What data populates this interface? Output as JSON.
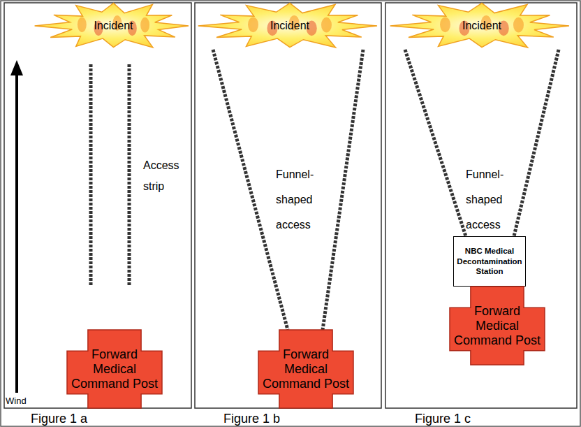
{
  "diagram": {
    "nodes": [
      {
        "text": [
          "Incident"
        ]
      },
      {
        "text": [
          "Forward Medical Command Post"
        ]
      },
      {
        "text": [
          "Incident"
        ]
      },
      {
        "text": [
          "Forward Medical Command Post"
        ]
      },
      {
        "text": [
          "Incident"
        ]
      },
      {
        "text": [
          "NBC Medical Decontamination Station"
        ]
      },
      {
        "text": [
          "Forward Medical Command Post"
        ]
      }
    ],
    "edges": [
      {
        "from": 2,
        "to": 3,
        "arrow": "none"
      },
      {
        "from": 2,
        "to": 3,
        "arrow": "none"
      },
      {
        "from": 4,
        "to": 5,
        "arrow": "none"
      },
      {
        "from": 4,
        "to": 5,
        "arrow": "none"
      }
    ],
    "labels": [
      "Access strip",
      "Wind",
      "Figure 1 a",
      "Funnel-shaped access",
      "Figure 1 b",
      "Funnel-shaped access",
      "Figure 1 c"
    ]
  }
}
